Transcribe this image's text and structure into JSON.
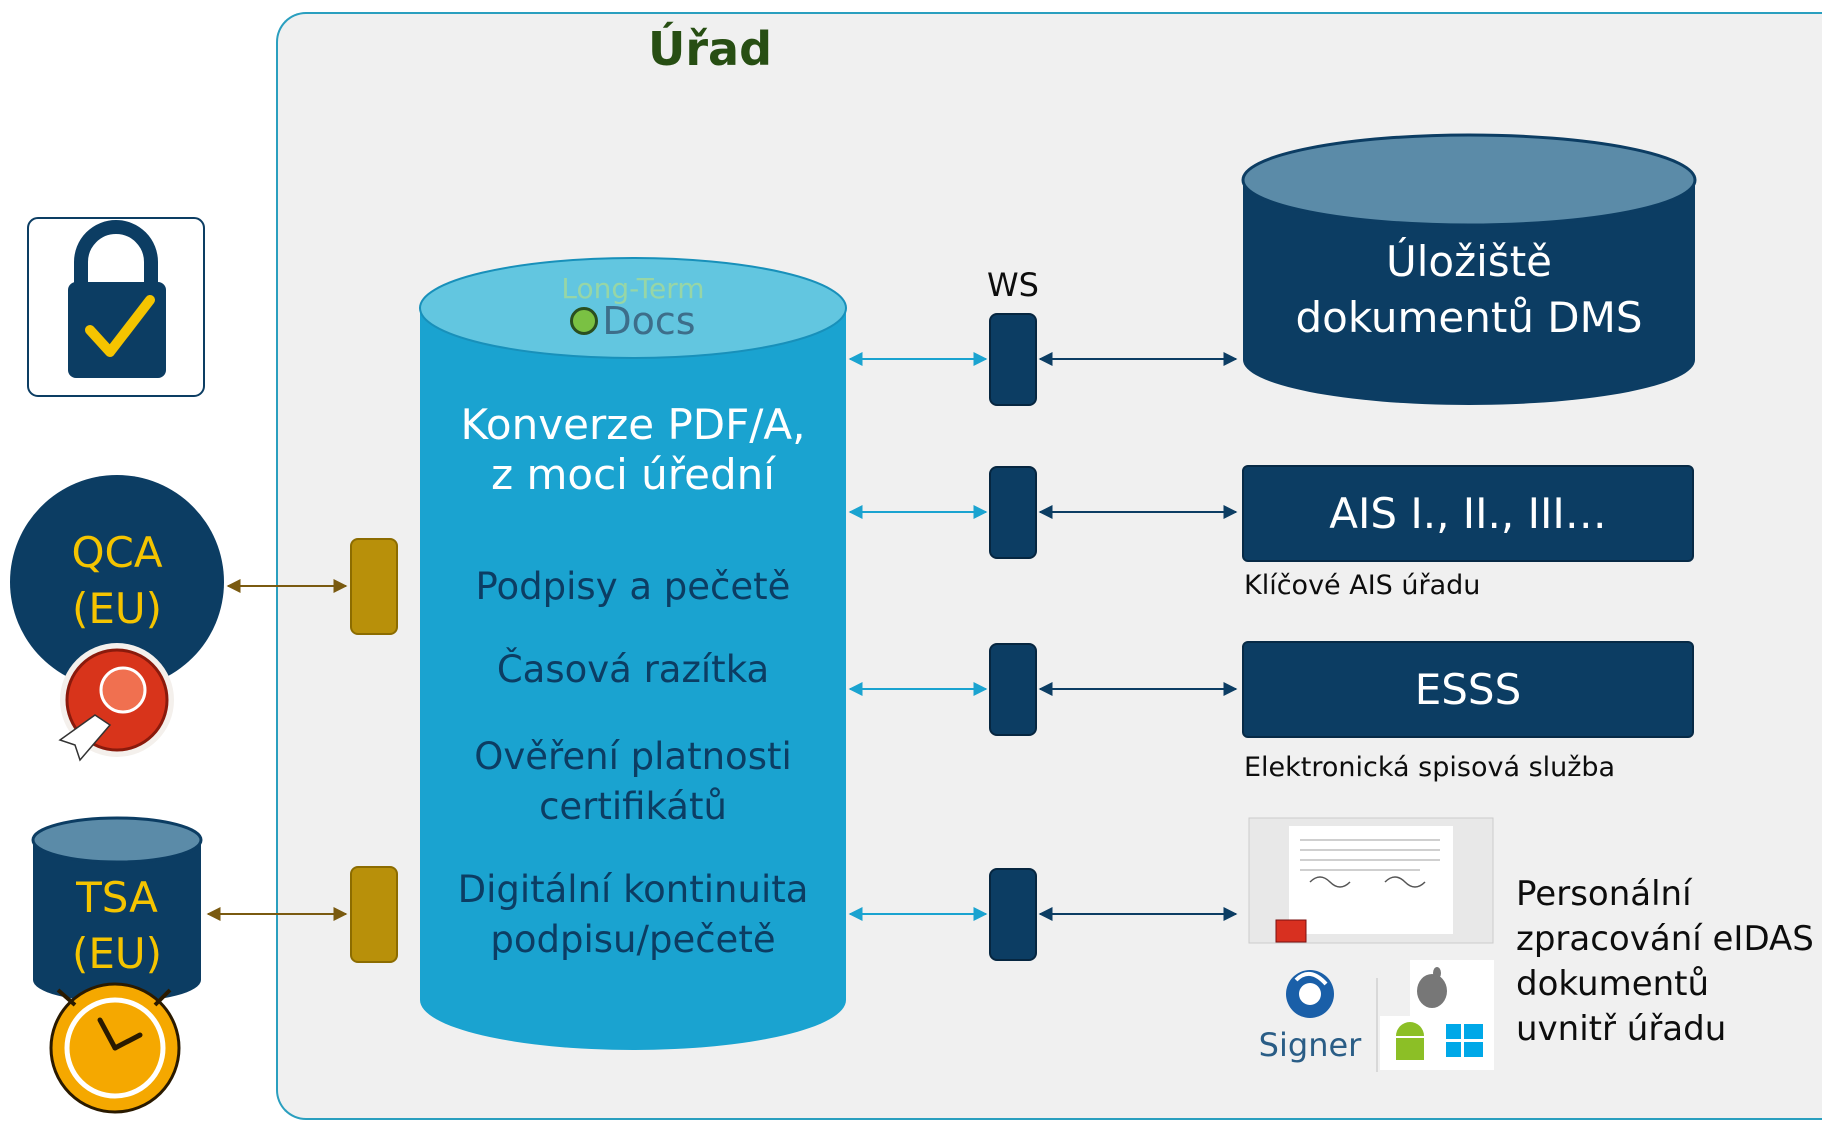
{
  "office": {
    "title": "Úřad"
  },
  "central": {
    "logo_top": "Long-Term",
    "logo_bottom": "Docs",
    "line1": "Konverze PDF/A,",
    "line2": "z moci úřední",
    "item1": "Podpisy a pečetě",
    "item2": "Časová razítka",
    "item3a": "Ověření platnosti",
    "item3b": "certifikátů",
    "item4a": "Digitální kontinuita",
    "item4b": "podpisu/pečetě"
  },
  "ws_label": "WS",
  "dms": {
    "line1": "Úložiště",
    "line2": "dokumentů DMS"
  },
  "ais": {
    "label": "AIS I., II., III…",
    "caption": "Klíčové AIS úřadu"
  },
  "esss": {
    "label": "ESSS",
    "caption": "Elektronická spisová služba"
  },
  "personal": {
    "line1": "Personální",
    "line2": "zpracování eIDAS",
    "line3": "dokumentů",
    "line4": "uvnitř úřadu",
    "signer_label": "Signer"
  },
  "qca": {
    "line1": "QCA",
    "line2": "(EU)"
  },
  "tsa": {
    "line1": "TSA",
    "line2": "(EU)"
  },
  "colors": {
    "dark_blue": "#0c3d63",
    "cyan": "#1aa3d0",
    "gold": "#b8900a",
    "qca_text": "#f5c400",
    "title_green": "#274e13"
  }
}
